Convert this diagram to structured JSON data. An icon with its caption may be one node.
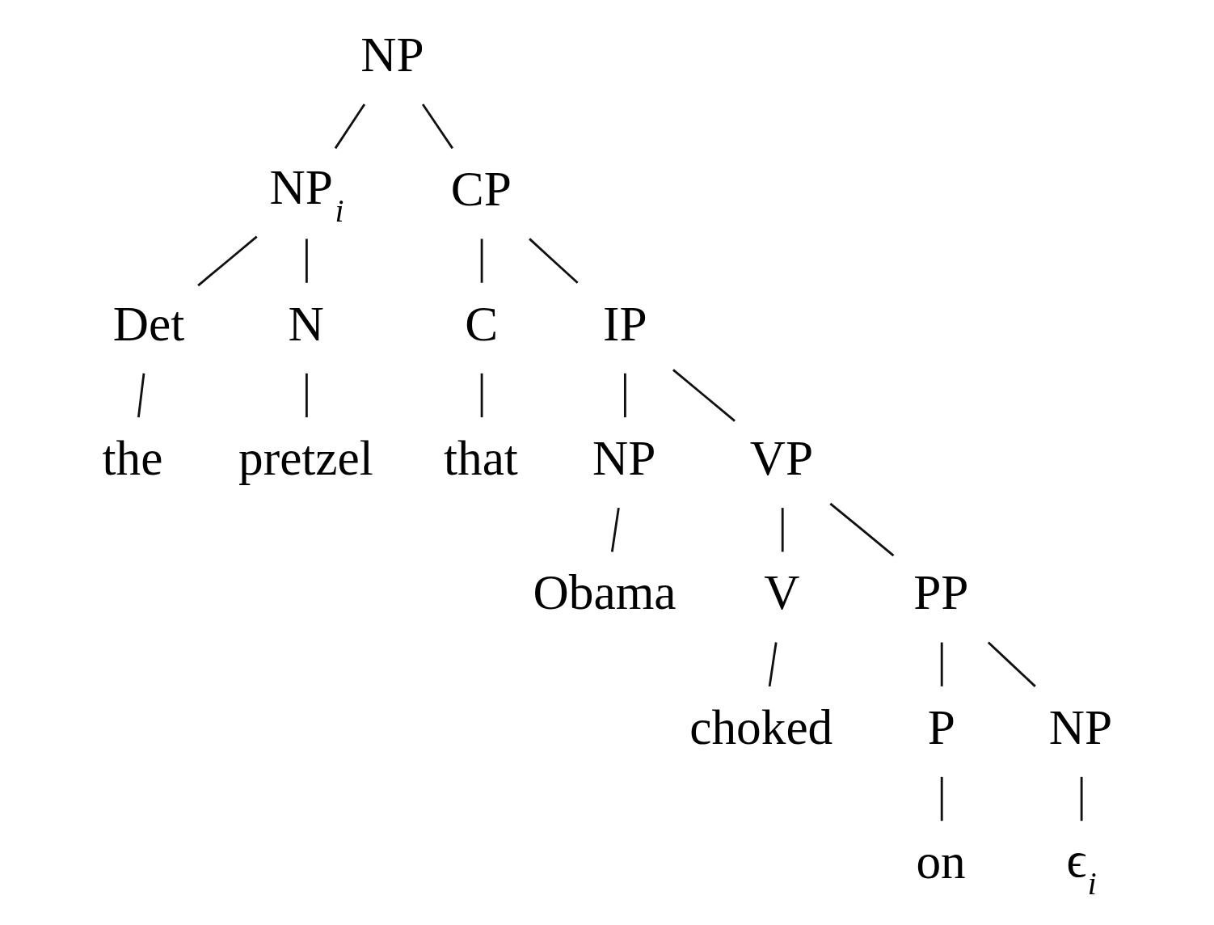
{
  "diagram": {
    "nodes": [
      {
        "text": [
          "NP"
        ]
      },
      {
        "text": [
          "NP$_{i}$"
        ]
      },
      {
        "text": [
          "CP"
        ]
      },
      {
        "text": [
          "Det"
        ]
      },
      {
        "text": [
          "N"
        ]
      },
      {
        "text": [
          "the"
        ]
      },
      {
        "text": [
          "pretzel"
        ]
      },
      {
        "text": [
          "C"
        ]
      },
      {
        "text": [
          "IP"
        ]
      },
      {
        "text": [
          "that"
        ]
      },
      {
        "text": [
          "NP"
        ]
      },
      {
        "text": [
          "VP"
        ]
      },
      {
        "text": [
          "Obama"
        ]
      },
      {
        "text": [
          "V"
        ]
      },
      {
        "text": [
          "PP"
        ]
      },
      {
        "text": [
          "choked"
        ]
      },
      {
        "text": [
          "P"
        ]
      },
      {
        "text": [
          "NP"
        ]
      },
      {
        "text": [
          "on"
        ]
      },
      {
        "text": [
          "ϵ$_{i}$"
        ]
      }
    ],
    "edges": [
      {
        "from": 0,
        "to": 1,
        "arrow": "none"
      },
      {
        "from": 0,
        "to": 2,
        "arrow": "none"
      },
      {
        "from": 1,
        "to": 3,
        "arrow": "none"
      },
      {
        "from": 1,
        "to": 4,
        "arrow": "none"
      },
      {
        "from": 3,
        "to": 5,
        "arrow": "none"
      },
      {
        "from": 4,
        "to": 6,
        "arrow": "none"
      },
      {
        "from": 2,
        "to": 7,
        "arrow": "none"
      },
      {
        "from": 2,
        "to": 8,
        "arrow": "none"
      },
      {
        "from": 7,
        "to": 9,
        "arrow": "none"
      },
      {
        "from": 8,
        "to": 10,
        "arrow": "none"
      },
      {
        "from": 8,
        "to": 11,
        "arrow": "none"
      },
      {
        "from": 10,
        "to": 12,
        "arrow": "none"
      },
      {
        "from": 11,
        "to": 13,
        "arrow": "none"
      },
      {
        "from": 11,
        "to": 14,
        "arrow": "none"
      },
      {
        "from": 13,
        "to": 15,
        "arrow": "none"
      },
      {
        "from": 14,
        "to": 16,
        "arrow": "none"
      },
      {
        "from": 14,
        "to": 17,
        "arrow": "none"
      },
      {
        "from": 16,
        "to": 18,
        "arrow": "none"
      },
      {
        "from": 17,
        "to": 19,
        "arrow": "none"
      }
    ]
  }
}
